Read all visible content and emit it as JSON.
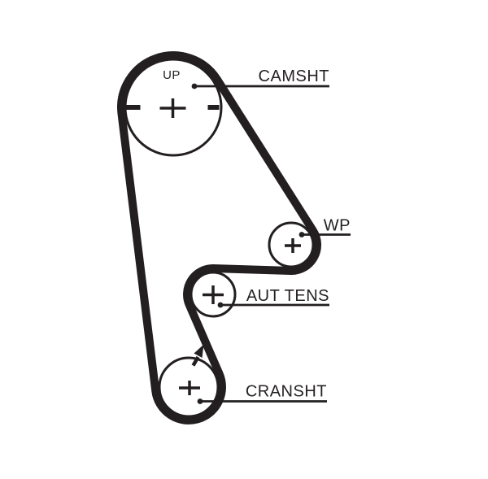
{
  "colors": {
    "ink": "#231f20",
    "background": "#ffffff"
  },
  "pulley_labels": {
    "camshaft": "CAMSHT",
    "water_pump": "WP",
    "auto_tensioner": "AUT TENS",
    "crankshaft": "CRANSHT"
  },
  "markers": {
    "up": "UP"
  }
}
